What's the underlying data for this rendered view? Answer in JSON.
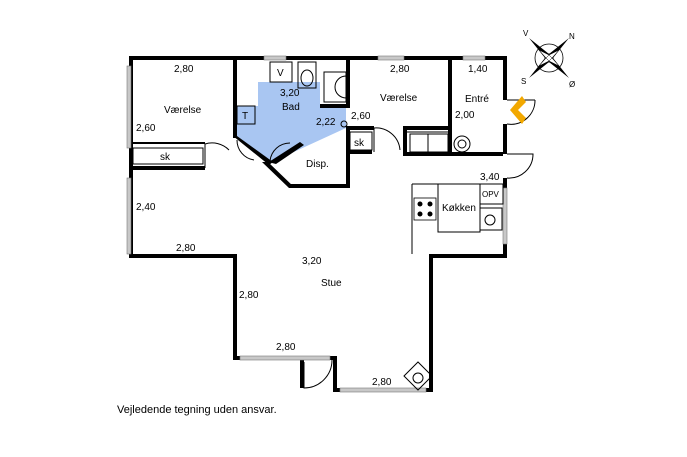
{
  "rooms": {
    "vaerelse_left": "Værelse",
    "bad": "Bad",
    "vaerelse_right": "Værelse",
    "entre": "Entré",
    "disp": "Disp.",
    "koekken": "Køkken",
    "stue": "Stue"
  },
  "fixtures": {
    "v": "V",
    "t": "T",
    "sk_left": "sk",
    "sk_right": "sk",
    "opv": "OPV"
  },
  "dimensions": {
    "d1": "2,80",
    "d2": "2,60",
    "d3": "3,20",
    "d4": "2,22",
    "d5": "2,80",
    "d6": "2,60",
    "d7": "1,40",
    "d8": "2,00",
    "d9": "3,40",
    "d10": "2,40",
    "d11": "2,80",
    "d12": "3,20",
    "d13": "2,80",
    "d14": "2,80",
    "d15": "2,80"
  },
  "compass": {
    "v": "V",
    "n": "N",
    "s": "S",
    "o": "Ø"
  },
  "colors": {
    "bathroom": "#a9c6f2",
    "entrance_arrow": "#f2a800",
    "window": "#c8c8c8"
  },
  "footer": {
    "disclaimer": "Vejledende tegning uden ansvar."
  }
}
